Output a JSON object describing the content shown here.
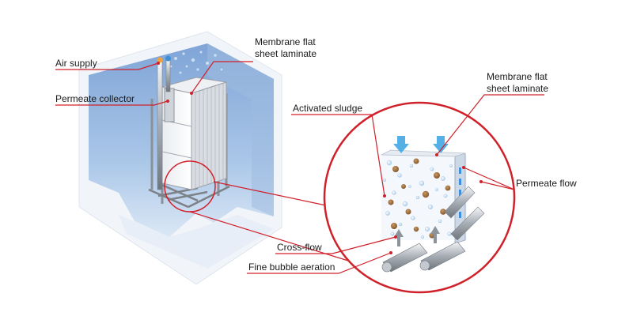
{
  "labels": {
    "air_supply": "Air supply",
    "permeate_collector": "Permeate collector",
    "membrane_top_line1": "Membrane flat",
    "membrane_top_line2": "sheet laminate",
    "membrane_right_line1": "Membrane flat",
    "membrane_right_line2": "sheet laminate",
    "activated_sludge": "Activated sludge",
    "permeate_flow": "Permeate flow",
    "cross_flow": "Cross-flow",
    "fine_bubble_aeration": "Fine bubble aeration"
  },
  "colors": {
    "leader_line": "#d0202a",
    "tank_water": "#a9c6e8",
    "tank_wall": "#eef2f8",
    "frame_steel": "#9aa0a8",
    "sludge_floc": "#9a6a3a",
    "bubble": "#bcd8f0",
    "flow_arrow": "#55b0e6",
    "crossflow_arrow": "#8d939b"
  }
}
